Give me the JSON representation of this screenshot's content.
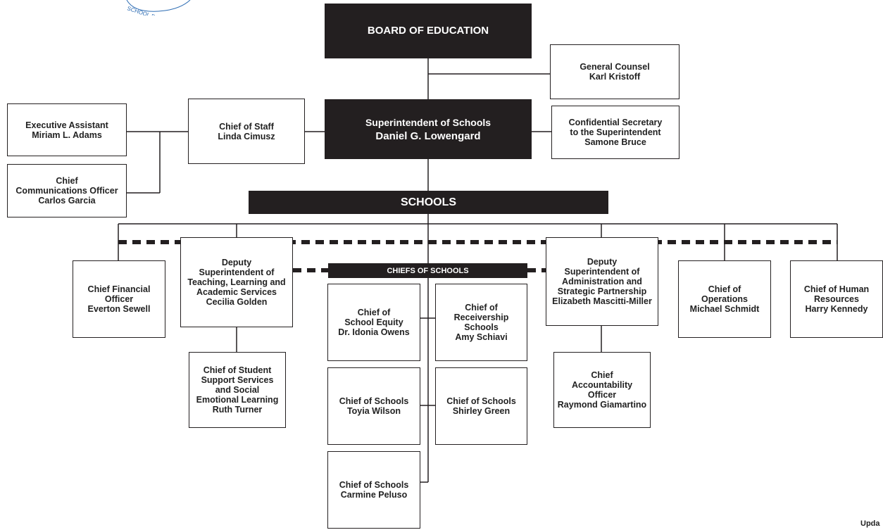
{
  "logo_text": "SCHOOL DIS",
  "board": {
    "title": "BOARD OF EDUCATION"
  },
  "general_counsel": {
    "title": "General Counsel",
    "name": "Karl Kristoff"
  },
  "superintendent": {
    "title": "Superintendent of Schools",
    "name": "Daniel G. Lowengard"
  },
  "confidential_secretary": {
    "title_line1": "Confidential Secretary",
    "title_line2": "to the Superintendent",
    "name": "Samone Bruce"
  },
  "chief_of_staff": {
    "title": "Chief of Staff",
    "name": "Linda Cimusz"
  },
  "executive_assistant": {
    "title": "Executive Assistant",
    "name": "Miriam L. Adams"
  },
  "communications": {
    "title_line1": "Chief",
    "title_line2": "Communications Officer",
    "name": "Carlos Garcia"
  },
  "schools": {
    "label": "SCHOOLS"
  },
  "chiefs_of_schools": {
    "label": "CHIEFS OF SCHOOLS"
  },
  "cfo": {
    "title_line1": "Chief Financial",
    "title_line2": "Officer",
    "name": "Everton Sewell"
  },
  "deputy_teaching": {
    "lines": [
      "Deputy",
      "Superintendent of",
      "Teaching, Learning and",
      "Academic Services"
    ],
    "name": "Cecilia Golden"
  },
  "student_support": {
    "lines": [
      "Chief of Student",
      "Support Services",
      "and Social",
      "Emotional Learning"
    ],
    "name": "Ruth Turner"
  },
  "school_equity": {
    "lines": [
      "Chief of",
      "School Equity"
    ],
    "name": "Dr. Idonia Owens"
  },
  "receivership": {
    "lines": [
      "Chief of",
      "Receivership",
      "Schools"
    ],
    "name": "Amy Schiavi"
  },
  "chief_schools_wilson": {
    "title": "Chief of Schools",
    "name": "Toyia Wilson"
  },
  "chief_schools_green": {
    "title": "Chief of Schools",
    "name": "Shirley Green"
  },
  "chief_schools_peluso": {
    "title": "Chief of Schools",
    "name": "Carmine Peluso"
  },
  "deputy_admin": {
    "lines": [
      "Deputy",
      "Superintendent of",
      "Administration and",
      "Strategic Partnership"
    ],
    "name": "Elizabeth Mascitti-Miller"
  },
  "accountability": {
    "lines": [
      "Chief",
      "Accountability",
      "Officer"
    ],
    "name": "Raymond Giamartino"
  },
  "operations": {
    "lines": [
      "Chief of",
      "Operations"
    ],
    "name": "Michael Schmidt"
  },
  "human_resources": {
    "lines": [
      "Chief of Human",
      "Resources"
    ],
    "name": "Harry Kennedy"
  },
  "footer": {
    "updated": "Upda"
  },
  "colors": {
    "dark_fill": "#231f20",
    "logo_blue": "#2e6db4"
  }
}
